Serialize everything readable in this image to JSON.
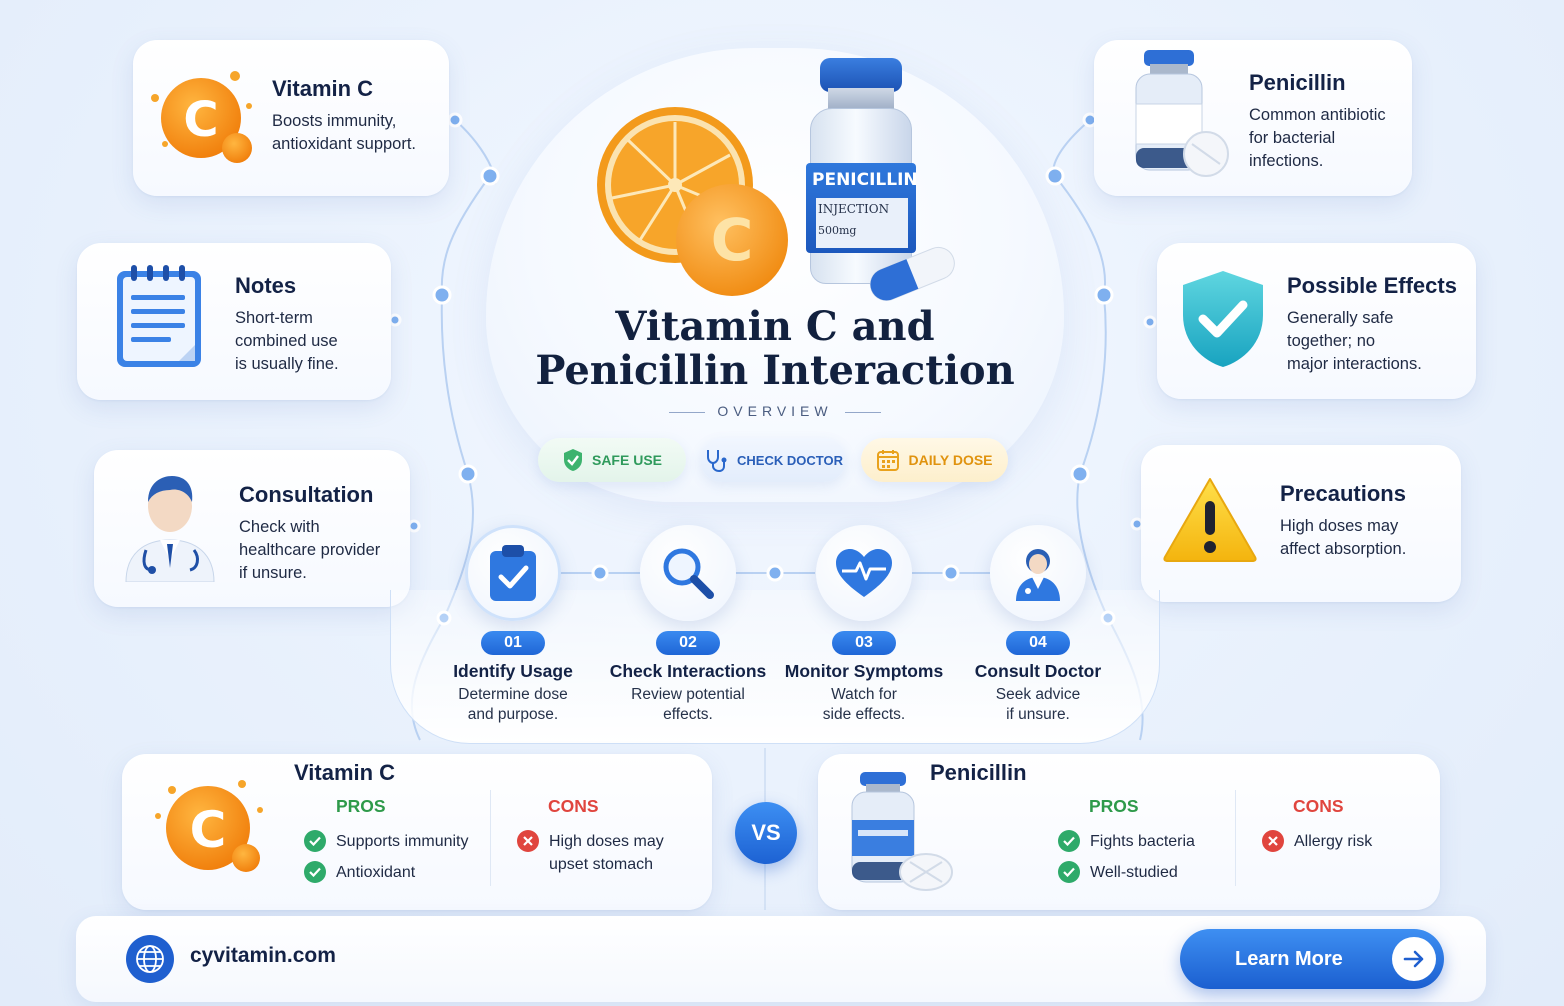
{
  "colors": {
    "primary": "#1f66d6",
    "navy": "#132246",
    "vitamin_orange": "#f5921e",
    "pros_green": "#2e9a4a",
    "cons_red": "#e0453e",
    "safe_green": "#2eaa6a",
    "warning_yellow": "#f7c51c"
  },
  "hero": {
    "title": "Vitamin C and\nPenicillin Interaction",
    "subtitle": "OVERVIEW",
    "vial_label": "PENICILLIN",
    "vial_sub1": "INJECTION",
    "vial_sub2": "500mg",
    "pills": [
      {
        "label": "SAFE USE",
        "icon": "shield-check-icon"
      },
      {
        "label": "CHECK DOCTOR",
        "icon": "stethoscope-icon"
      },
      {
        "label": "DAILY DOSE",
        "icon": "calendar-icon"
      }
    ]
  },
  "cards": {
    "vitamin_c": {
      "title": "Vitamin C",
      "desc": "Boosts immunity,\nantioxidant support.",
      "icon": "vitamin-c-icon"
    },
    "notes": {
      "title": "Notes",
      "desc": "Short-term\ncombined use\nis usually fine.",
      "icon": "notepad-icon"
    },
    "consultation": {
      "title": "Consultation",
      "desc": "Check with\nhealthcare provider\nif unsure.",
      "icon": "doctor-icon"
    },
    "penicillin": {
      "title": "Penicillin",
      "desc": "Common antibiotic\nfor bacterial\ninfections.",
      "icon": "vial-icon"
    },
    "effects": {
      "title": "Possible Effects",
      "desc": "Generally safe\ntogether; no\nmajor interactions.",
      "icon": "shield-check-icon"
    },
    "precautions": {
      "title": "Precautions",
      "desc": "High doses may\naffect absorption.",
      "icon": "warning-icon"
    }
  },
  "steps": [
    {
      "num": "01",
      "title": "Identify Usage",
      "desc": "Determine dose\nand purpose.",
      "icon": "clipboard-check-icon"
    },
    {
      "num": "02",
      "title": "Check Interactions",
      "desc": "Review potential\neffects.",
      "icon": "magnifier-icon"
    },
    {
      "num": "03",
      "title": "Monitor Symptoms",
      "desc": "Watch for\nside effects.",
      "icon": "heartbeat-icon"
    },
    {
      "num": "04",
      "title": "Consult Doctor",
      "desc": "Seek advice\nif unsure.",
      "icon": "doctor-icon"
    }
  ],
  "compare": {
    "vs_label": "VS",
    "vitamin_c": {
      "title": "Vitamin C",
      "pros_label": "PROS",
      "cons_label": "CONS",
      "pros": [
        "Supports immunity",
        "Antioxidant"
      ],
      "cons": [
        "High doses may\nupset stomach"
      ]
    },
    "penicillin": {
      "title": "Penicillin",
      "pros_label": "PROS",
      "cons_label": "CONS",
      "pros": [
        "Fights bacteria",
        "Well-studied"
      ],
      "cons": [
        "Allergy risk"
      ]
    }
  },
  "footer": {
    "site": "cyvitamin.com",
    "cta": "Learn More",
    "icon": "globe-icon"
  }
}
